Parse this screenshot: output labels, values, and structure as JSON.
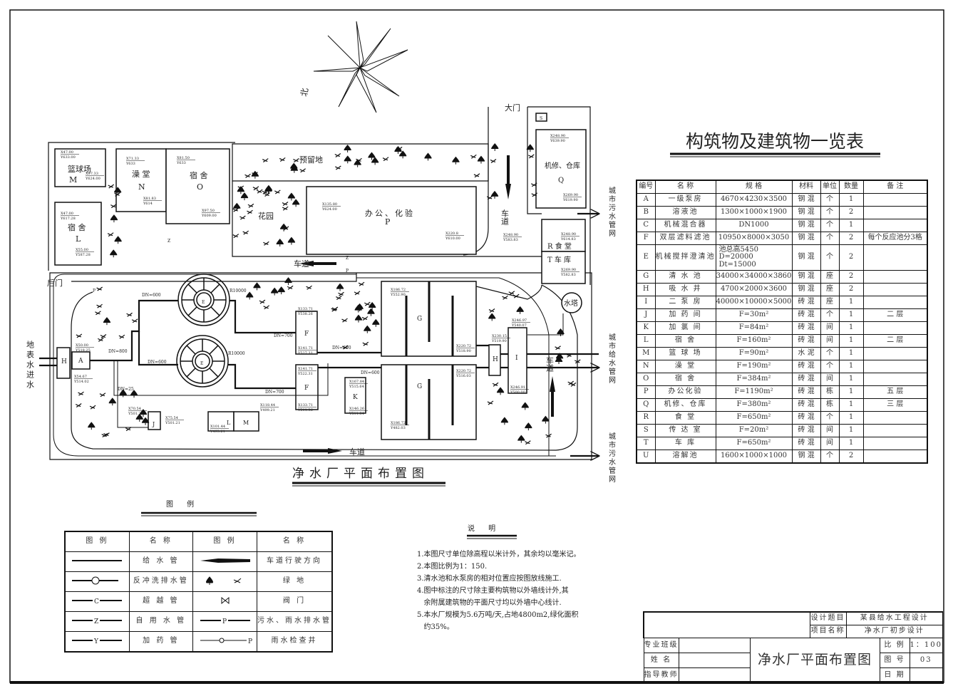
{
  "drawing_title": "净水厂平面布置图",
  "compass": {
    "north_label": "北"
  },
  "site_labels": {
    "main_gate": "大门",
    "back_gate": "后门",
    "reserved_land": "预留地",
    "garden": "花园",
    "road": "车道",
    "water_tower": "水塔",
    "raw_water_inlet": "地表水进水",
    "city_sewer_1": "城市污水管网",
    "city_supply": "城市给水管网",
    "city_sewer_2": "城市污水管网"
  },
  "buildings": {
    "M": {
      "name": "篮球场",
      "code": "M"
    },
    "N": {
      "name": "澡 堂",
      "code": "N"
    },
    "O": {
      "name": "宿 舍",
      "code": "O"
    },
    "L": {
      "name": "宿 舍",
      "code": "L"
    },
    "P": {
      "name": "办公、化验",
      "code": "P"
    },
    "Q": {
      "name": "机修、仓库",
      "code": "Q"
    },
    "R": {
      "name": "R 食  堂"
    },
    "T": {
      "name": "T 车  库"
    },
    "S": {
      "code": "S"
    },
    "G1": {
      "code": "G"
    },
    "G2": {
      "code": "G"
    },
    "F1": {
      "code": "F"
    },
    "F2": {
      "code": "F"
    },
    "K": {
      "code": "K"
    },
    "H1": {
      "code": "H"
    },
    "H2": {
      "code": "H"
    },
    "A": {
      "code": "A"
    },
    "I": {
      "code": "I"
    },
    "J": {
      "code": "J"
    },
    "Lsmall": {
      "code": "L"
    },
    "Msmall": {
      "code": "M"
    },
    "E1": {
      "code": "E"
    },
    "E2": {
      "code": "E"
    }
  },
  "pipe_labels": {
    "dn600_a": "DN=600",
    "dn600_b": "DN=600",
    "dn600_c": "DN=600",
    "dn600_d": "DN=600",
    "dn800": "DN=800",
    "dn700_a": "DN=700",
    "dn700_b": "DN=700",
    "dn25": "DN=25",
    "r1": "R10000",
    "r2": "R10000",
    "p": "P",
    "z": "Z"
  },
  "coords": {
    "m1": [
      "X47.00",
      "Y633.00"
    ],
    "m2": [
      "X97.33",
      "Y624.00"
    ],
    "n1": [
      "X71.33",
      "Y633"
    ],
    "n2": [
      "X81.83",
      "Y614"
    ],
    "o1": [
      "X81.50",
      "Y633"
    ],
    "o2": [
      "X97.50",
      "Y609.00"
    ],
    "l1": [
      "X47.00",
      "Y617.28"
    ],
    "l2": [
      "X55.00",
      "Y587.28"
    ],
    "p1": [
      "X135.80",
      "Y624.00"
    ],
    "p2": [
      "X220.8",
      "Y610.00"
    ],
    "q1": [
      "X248.90",
      "Y639.90"
    ],
    "q2": [
      "X269.90",
      "Y619.90"
    ],
    "r1": [
      "X248.90",
      "Y614.83"
    ],
    "t1": [
      "X269.90",
      "Y582.83"
    ],
    "rt": [
      "X248.90",
      "Y583.83"
    ],
    "g1": [
      "X186.72",
      "Y552.90"
    ],
    "g2": [
      "X220.72",
      "Y518.90"
    ],
    "g3": [
      "X220.72",
      "Y516.03"
    ],
    "g4": [
      "X186.72",
      "Y482.03"
    ],
    "h1": [
      "X230.15",
      "Y519.90"
    ],
    "i1": [
      "X246.97",
      "Y540.07"
    ],
    "i2": [
      "X246.91",
      "Y500.00"
    ],
    "a1": [
      "X50.00",
      "Y518.25"
    ],
    "a2": [
      "X54.67",
      "Y514.02"
    ],
    "f1": [
      "X133.71",
      "Y538.26"
    ],
    "f2": [
      "X141.71",
      "Y527.31"
    ],
    "f3": [
      "X141.71",
      "Y522.31"
    ],
    "f4": [
      "X133.71",
      "Y511.36"
    ],
    "k1": [
      "X167.84",
      "Y515.64"
    ],
    "k2": [
      "X146.26",
      "Y511.84"
    ],
    "j1": [
      "X70.54",
      "Y501.21"
    ],
    "j2": [
      "X75.54",
      "Y501.21"
    ],
    "lm1": [
      "X118.44",
      "Y499.21"
    ],
    "lm2": [
      "X101.44",
      "Y493.21"
    ]
  },
  "building_table": {
    "title": "构筑物及建筑物一览表",
    "headers": [
      "编号",
      "名  称",
      "规  格",
      "材料",
      "单位",
      "数量",
      "备   注"
    ],
    "rows": [
      [
        "A",
        "一级泵房",
        "4670×4230×3500",
        "钢 混",
        "个",
        "1",
        ""
      ],
      [
        "B",
        "溶液池",
        "1300×1000×1900",
        "钢 混",
        "个",
        "2",
        ""
      ],
      [
        "C",
        "机械混合器",
        "DN1000",
        "钢 混",
        "个",
        "1",
        ""
      ],
      [
        "F",
        "双层滤料滤池",
        "10950×8000×3050",
        "钢 混",
        "个",
        "2",
        "每个反应池分3格"
      ],
      [
        "E",
        "机械搅拌澄清池",
        "池总高5450 D=20000 Dt=15000",
        "钢 混",
        "个",
        "2",
        ""
      ],
      [
        "G",
        "清 水 池",
        "34000×34000×3860",
        "钢 混",
        "座",
        "2",
        ""
      ],
      [
        "H",
        "吸 水 井",
        "4700×2000×3600",
        "钢 混",
        "座",
        "2",
        ""
      ],
      [
        "I",
        "二 泵 房",
        "40000×10000×5000",
        "砖 混",
        "座",
        "1",
        ""
      ],
      [
        "J",
        "加 药 间",
        "F=30m²",
        "砖 混",
        "个",
        "1",
        "二 层"
      ],
      [
        "K",
        "加 氯 间",
        "F=84m²",
        "砖 混",
        "间",
        "1",
        ""
      ],
      [
        "L",
        "宿   舍",
        "F=160m²",
        "砖 混",
        "间",
        "1",
        "二 层"
      ],
      [
        "M",
        "篮 球 场",
        "F=90m²",
        "水 泥",
        "个",
        "1",
        ""
      ],
      [
        "N",
        "澡   堂",
        "F=190m²",
        "砖 混",
        "个",
        "1",
        ""
      ],
      [
        "O",
        "宿   舍",
        "F=384m²",
        "砖 混",
        "间",
        "1",
        ""
      ],
      [
        "P",
        "办公化验",
        "F=1190m²",
        "砖 混",
        "栋",
        "1",
        "五 层"
      ],
      [
        "Q",
        "机修、仓库",
        "F=380m²",
        "砖 混",
        "栋",
        "1",
        "三 层"
      ],
      [
        "R",
        "食 堂",
        "F=650m²",
        "砖 混",
        "个",
        "1",
        ""
      ],
      [
        "S",
        "传 达 室",
        "F=20m²",
        "砖 混",
        "间",
        "1",
        ""
      ],
      [
        "T",
        "车  库",
        "F=650m²",
        "砖 混",
        "间",
        "1",
        ""
      ],
      [
        "U",
        "溶解池",
        "1600×1000×1000",
        "钢 混",
        "个",
        "2",
        ""
      ]
    ]
  },
  "legend": {
    "title": "图      例",
    "headers": [
      "图  例",
      "名  称",
      "图  例",
      "名  称"
    ],
    "rows": [
      {
        "left_symbol": "supply-pipe",
        "left_name": "给 水 管",
        "right_symbol": "road-arrow",
        "right_name": "车道行驶方向"
      },
      {
        "left_symbol": "backwash-pipe",
        "left_name": "反冲洗排水管",
        "right_symbol": "greenery",
        "right_name": "绿  地"
      },
      {
        "left_symbol": "bypass-pipe",
        "left_letter": "C",
        "left_name": "超 越 管",
        "right_symbol": "valve",
        "right_name": "阀  门"
      },
      {
        "left_symbol": "service-pipe",
        "left_letter": "Z",
        "left_name": "自 用 水 管",
        "right_symbol": "drain-pipe",
        "right_letter": "P",
        "right_name": "污水、雨水排水管"
      },
      {
        "left_symbol": "dosing-pipe",
        "left_letter": "Y",
        "left_name": "加 药 管",
        "right_symbol": "inspection-well",
        "right_letter": "P",
        "right_name": "雨水检查井"
      }
    ]
  },
  "notes": {
    "title": "说      明",
    "lines": [
      "1.本图尺寸单位除高程以米计外，其余均以毫米记。",
      "2.本图比例为1：150.",
      "3.清水池和水泵房的相对位置应按图放线施工.",
      "4.图中标注的尺寸除主要构筑物以外墙线计外,其",
      "   余附属建筑物的平面尺寸均以外墙中心线计.",
      "5.本水厂规模为5.6万吨/天,占地4800m2,绿化面积",
      "   约35%。"
    ]
  },
  "title_block": {
    "design_topic_label": "设计题目",
    "design_topic": "某县给水工程设计",
    "project_label": "项目名称",
    "project": "净水厂初步设计",
    "class_label": "专业班级",
    "class": "",
    "name_label": "姓    名",
    "name": "",
    "advisor_label": "指导教师",
    "advisor": "",
    "drawing_name": "净水厂平面布置图",
    "scale_label": "比  例",
    "scale": "1：100",
    "drawing_no_label": "图  号",
    "drawing_no": "03",
    "date_label": "日  期",
    "date": ""
  },
  "colors": {
    "line": "#111111",
    "paper": "#ffffff"
  }
}
